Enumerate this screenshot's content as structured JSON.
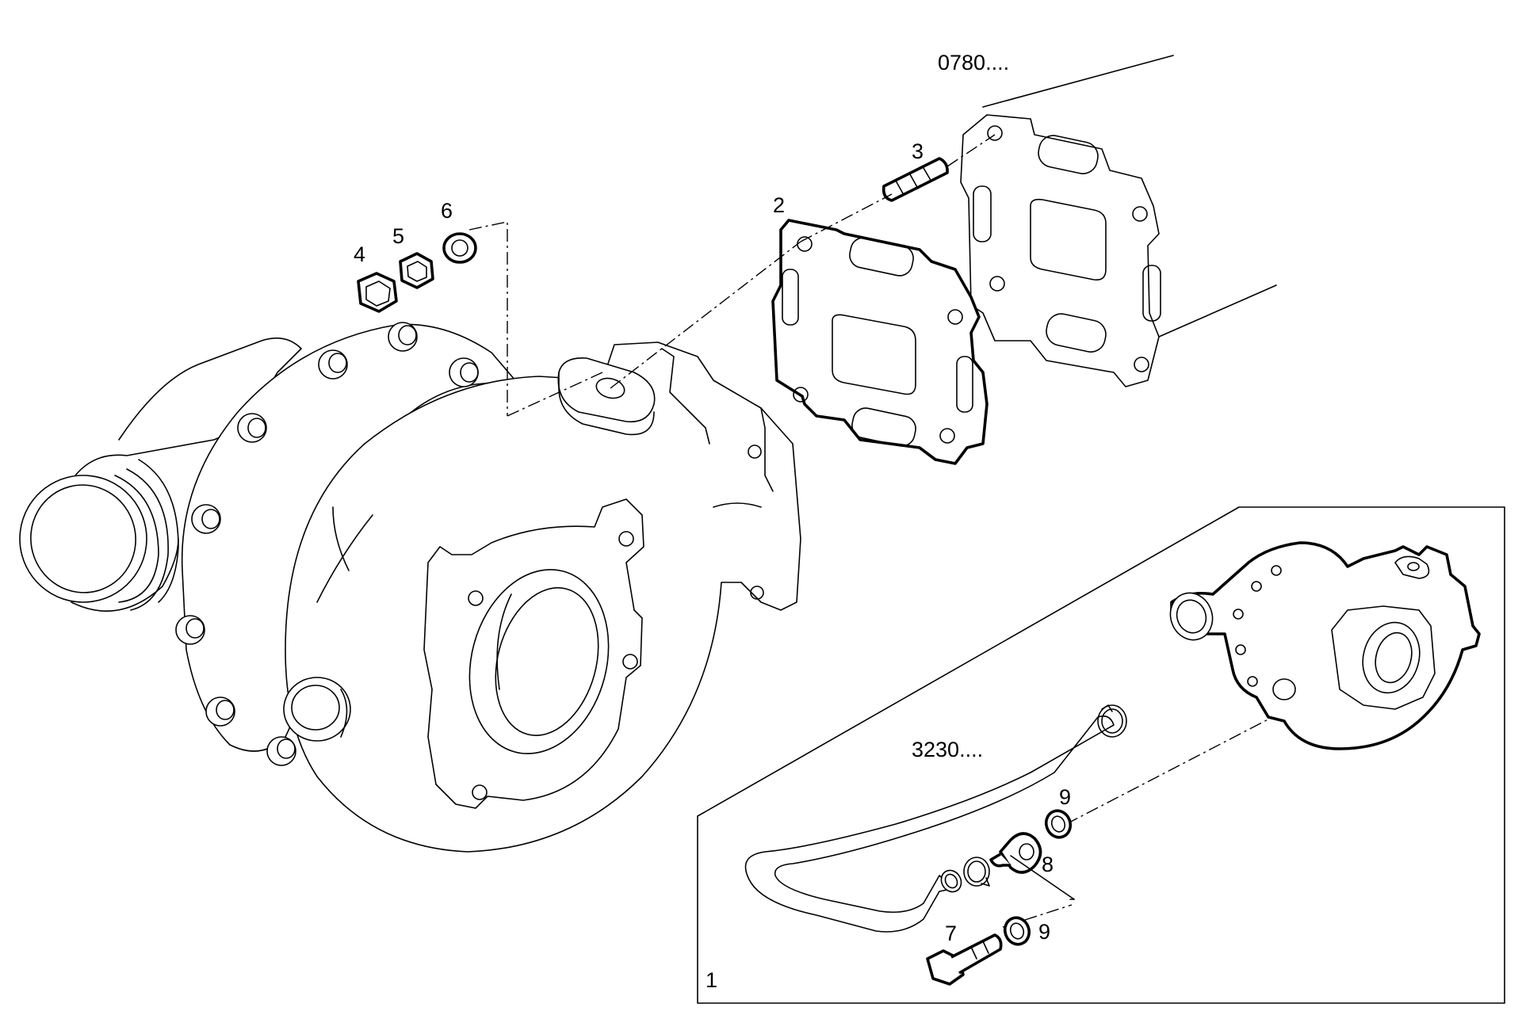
{
  "callouts": {
    "c_0780": "0780....",
    "c_3230": "3230....",
    "c_1": "1",
    "c_2": "2",
    "c_3": "3",
    "c_4": "4",
    "c_5": "5",
    "c_6": "6",
    "c_7": "7",
    "c_8": "8",
    "c_9a": "9",
    "c_9b": "9"
  }
}
